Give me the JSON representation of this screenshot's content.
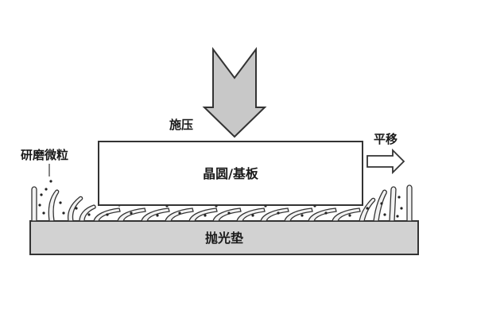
{
  "labels": {
    "pressure": "施压",
    "translation": "平移",
    "abrasive": "研磨微粒",
    "wafer": "晶圆/基板",
    "pad": "抛光垫"
  },
  "colors": {
    "arrow_fill": "#c8c8c8",
    "stroke": "#333333",
    "pad_fill": "#d2d2d2",
    "wafer_fill": "#ffffff"
  },
  "icons": {
    "pressure_arrow": "arrow-down-icon",
    "translation_arrow": "arrow-right-icon"
  }
}
